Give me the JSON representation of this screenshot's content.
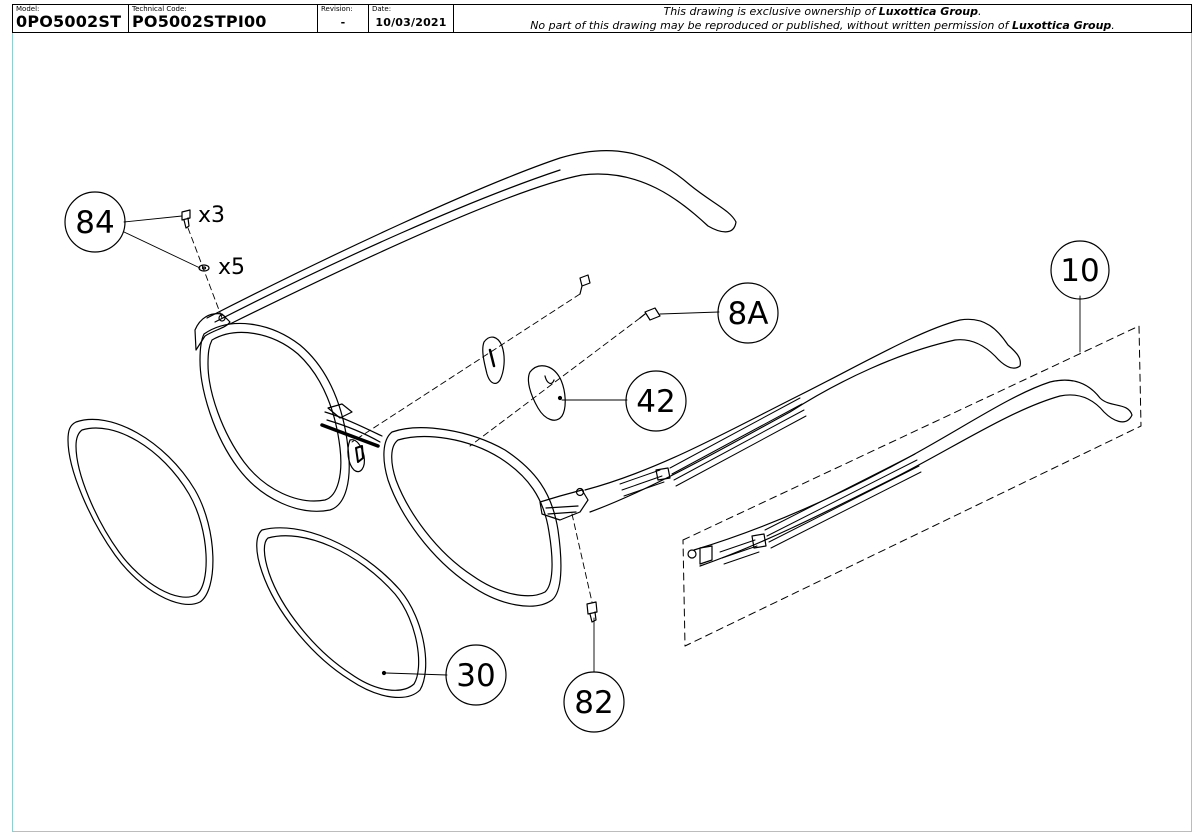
{
  "title_block": {
    "model_label": "Model:",
    "model_value": "0PO5002ST",
    "technical_code_label": "Technical Code:",
    "technical_code_value": "PO5002STPI00",
    "revision_label": "Revision:",
    "revision_value": "-",
    "date_label": "Date:",
    "date_value": "10/03/2021",
    "notice_line1_pre": "This drawing is exclusive ownership of ",
    "notice_owner": "Luxottica Group",
    "notice_line1_post": ".",
    "notice_line2_pre": "No part of this drawing may be reproduced or published, without written permission of ",
    "notice_line2_post": "."
  },
  "callouts": {
    "c84": "84",
    "c8a": "8A",
    "c42": "42",
    "c10": "10",
    "c30": "30",
    "c82": "82",
    "qty_x3": "x3",
    "qty_x5": "x5"
  },
  "colors": {
    "line": "#000000",
    "sheet_border": "#8ecfd1",
    "background": "#ffffff"
  }
}
